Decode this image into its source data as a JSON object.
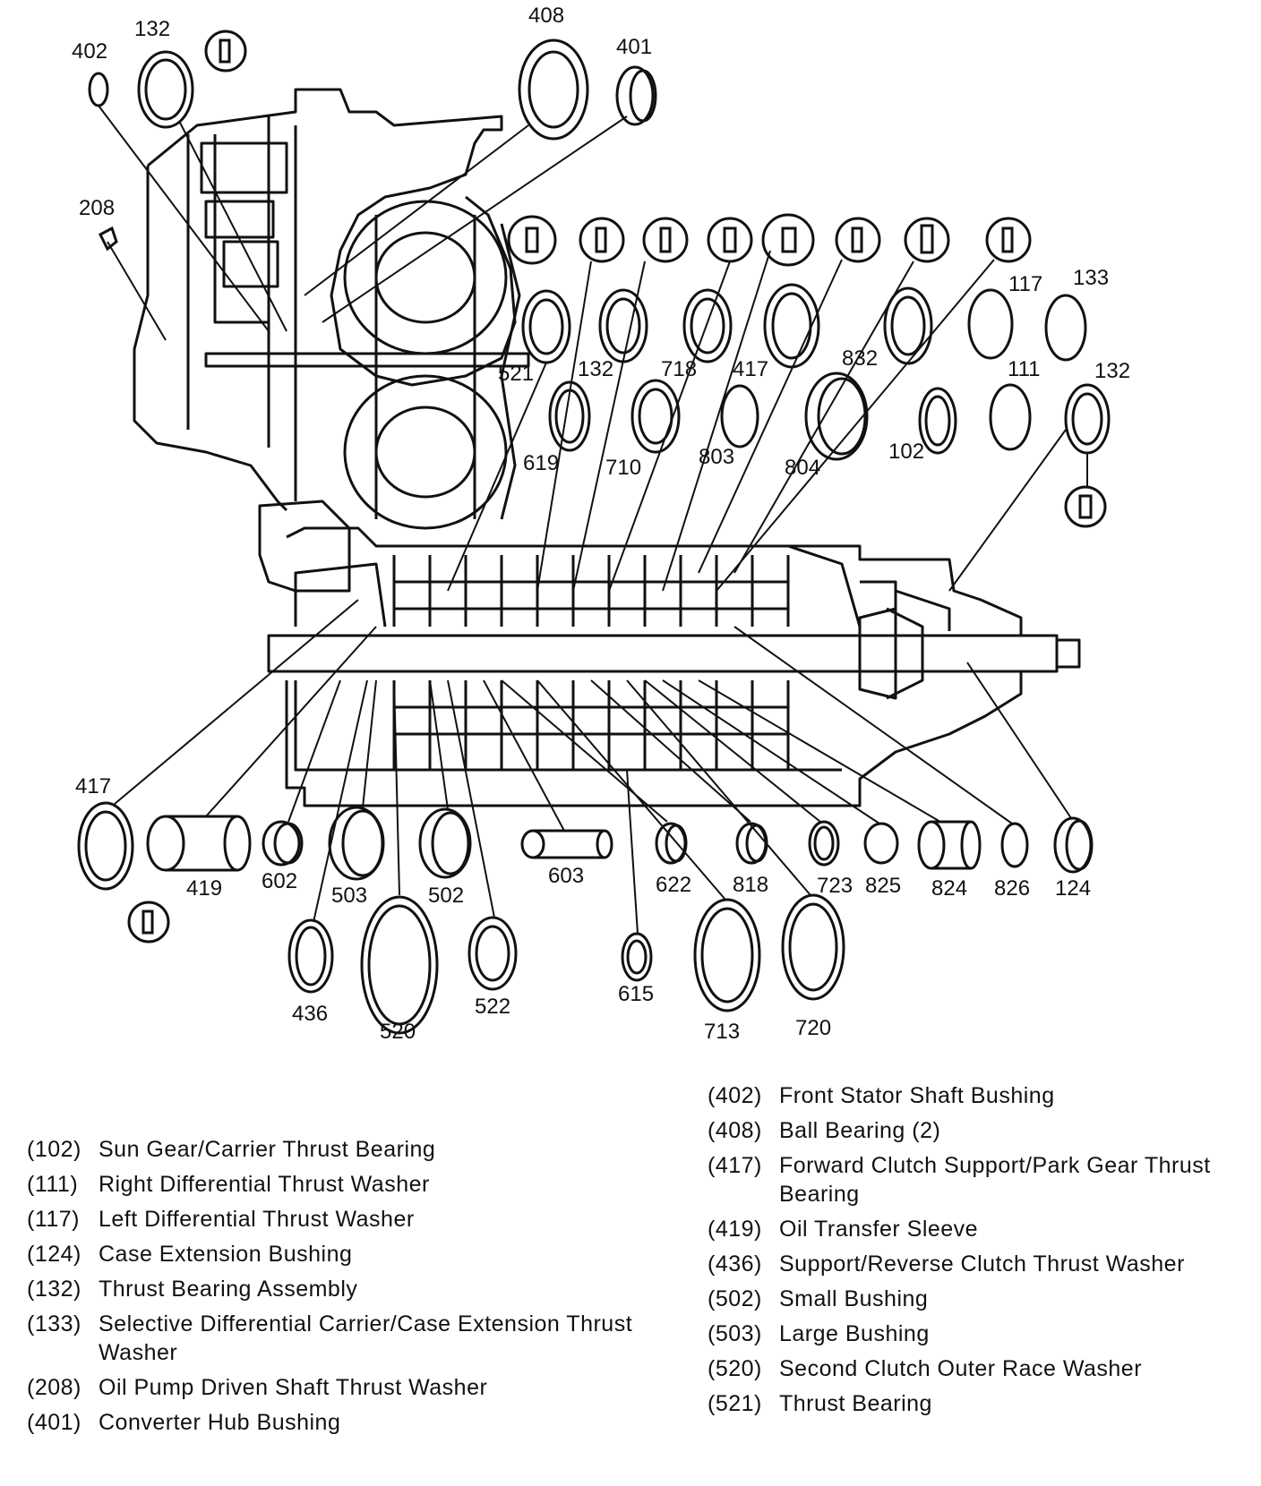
{
  "callouts": [
    {
      "id": "c132a",
      "label": "132"
    },
    {
      "id": "c402",
      "label": "402"
    },
    {
      "id": "c408",
      "label": "408"
    },
    {
      "id": "c401",
      "label": "401"
    },
    {
      "id": "c208",
      "label": "208"
    },
    {
      "id": "c117",
      "label": "117"
    },
    {
      "id": "c133",
      "label": "133"
    },
    {
      "id": "c521",
      "label": "521"
    },
    {
      "id": "c132b",
      "label": "132"
    },
    {
      "id": "c718",
      "label": "718"
    },
    {
      "id": "c417a",
      "label": "417"
    },
    {
      "id": "c832",
      "label": "832"
    },
    {
      "id": "c111",
      "label": "111"
    },
    {
      "id": "c132c",
      "label": "132"
    },
    {
      "id": "c619",
      "label": "619"
    },
    {
      "id": "c710",
      "label": "710"
    },
    {
      "id": "c803",
      "label": "803"
    },
    {
      "id": "c804",
      "label": "804"
    },
    {
      "id": "c102",
      "label": "102"
    },
    {
      "id": "c417b",
      "label": "417"
    },
    {
      "id": "c419",
      "label": "419"
    },
    {
      "id": "c602",
      "label": "602"
    },
    {
      "id": "c503",
      "label": "503"
    },
    {
      "id": "c502",
      "label": "502"
    },
    {
      "id": "c603",
      "label": "603"
    },
    {
      "id": "c622",
      "label": "622"
    },
    {
      "id": "c818",
      "label": "818"
    },
    {
      "id": "c723",
      "label": "723"
    },
    {
      "id": "c825",
      "label": "825"
    },
    {
      "id": "c824",
      "label": "824"
    },
    {
      "id": "c826",
      "label": "826"
    },
    {
      "id": "c124",
      "label": "124"
    },
    {
      "id": "c436",
      "label": "436"
    },
    {
      "id": "c520",
      "label": "520"
    },
    {
      "id": "c522",
      "label": "522"
    },
    {
      "id": "c615",
      "label": "615"
    },
    {
      "id": "c713",
      "label": "713"
    },
    {
      "id": "c720",
      "label": "720"
    }
  ],
  "legend": {
    "left": [
      {
        "num": "(102)",
        "desc": "Sun Gear/Carrier Thrust Bearing"
      },
      {
        "num": "(111)",
        "desc": "Right Differential Thrust Washer"
      },
      {
        "num": "(117)",
        "desc": "Left Differential Thrust Washer"
      },
      {
        "num": "(124)",
        "desc": "Case Extension Bushing"
      },
      {
        "num": "(132)",
        "desc": "Thrust Bearing Assembly"
      },
      {
        "num": "(133)",
        "desc": "Selective Differential Carrier/Case Extension Thrust Washer"
      },
      {
        "num": "(208)",
        "desc": "Oil Pump Driven Shaft Thrust Washer"
      },
      {
        "num": "(401)",
        "desc": "Converter Hub Bushing"
      }
    ],
    "right": [
      {
        "num": "(402)",
        "desc": "Front Stator Shaft Bushing"
      },
      {
        "num": "(408)",
        "desc": "Ball Bearing (2)"
      },
      {
        "num": "(417)",
        "desc": "Forward Clutch Support/Park Gear Thrust Bearing"
      },
      {
        "num": "(419)",
        "desc": "Oil Transfer Sleeve"
      },
      {
        "num": "(436)",
        "desc": "Support/Reverse Clutch Thrust Washer"
      },
      {
        "num": "(502)",
        "desc": "Small Bushing"
      },
      {
        "num": "(503)",
        "desc": "Large Bushing"
      },
      {
        "num": "(520)",
        "desc": "Second Clutch Outer Race Washer"
      },
      {
        "num": "(521)",
        "desc": "Thrust Bearing"
      }
    ]
  }
}
